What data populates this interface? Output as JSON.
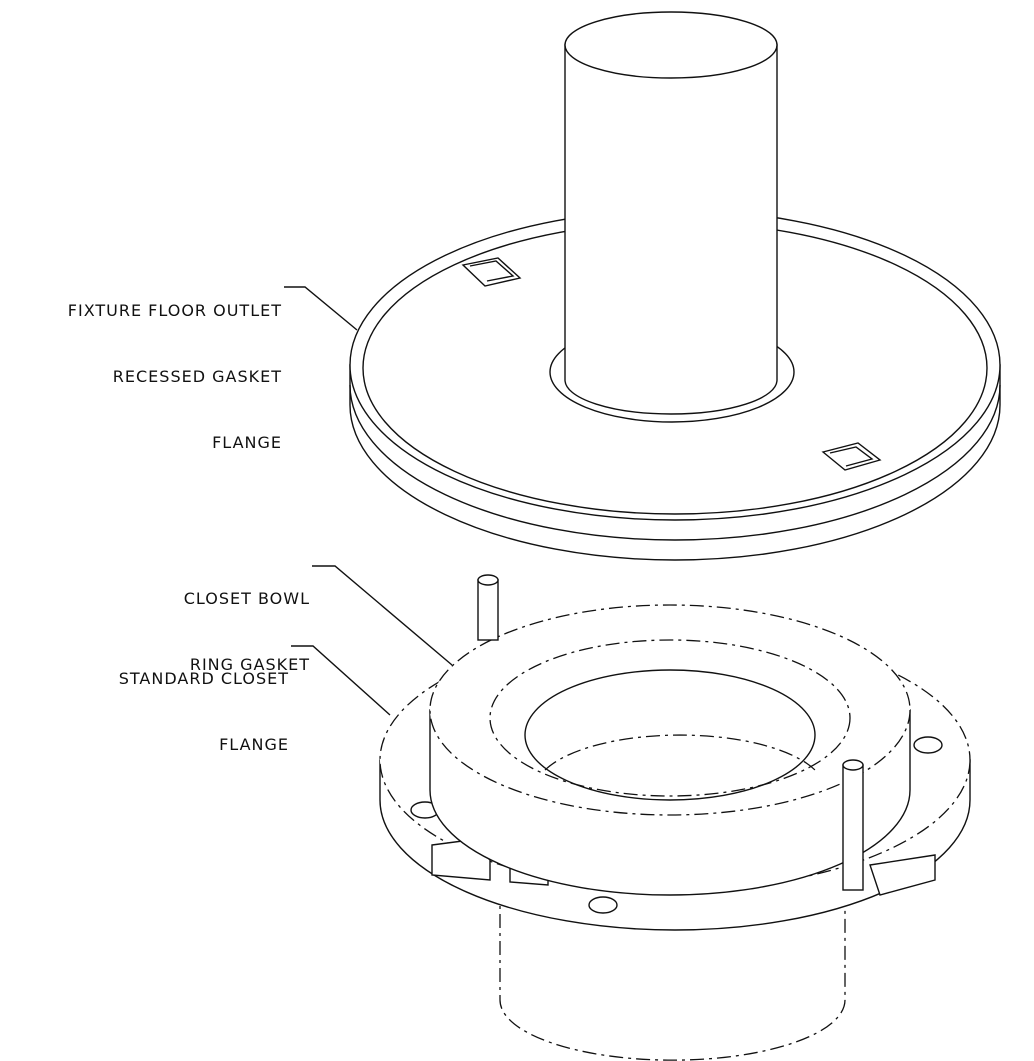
{
  "labels": {
    "fixture_flange": [
      "FIXTURE FLOOR OUTLET",
      "RECESSED GASKET",
      "FLANGE"
    ],
    "ring_gasket": [
      "CLOSET BOWL",
      "RING GASKET"
    ],
    "standard_flange": [
      "STANDARD CLOSET",
      "FLANGE"
    ]
  }
}
